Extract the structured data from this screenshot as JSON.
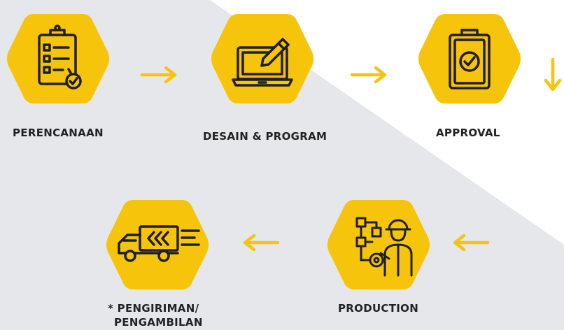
{
  "steps": [
    {
      "label": "PERENCANAAN",
      "icon": "clipboard-checklist-icon"
    },
    {
      "label": "DESAIN & PROGRAM",
      "icon": "laptop-design-icon"
    },
    {
      "label": "APPROVAL",
      "icon": "clipboard-approval-icon"
    },
    {
      "label": "PRODUCTION",
      "icon": "engineer-workflow-icon"
    },
    {
      "label_line1": "* PENGIRIMAN/",
      "label_line2": "PENGAMBILAN",
      "icon": "delivery-truck-icon"
    }
  ],
  "colors": {
    "accent": "#F6C40B",
    "icon_stroke": "#1E1E1E",
    "background_gray": "#E6E7EA",
    "text": "#222222"
  }
}
